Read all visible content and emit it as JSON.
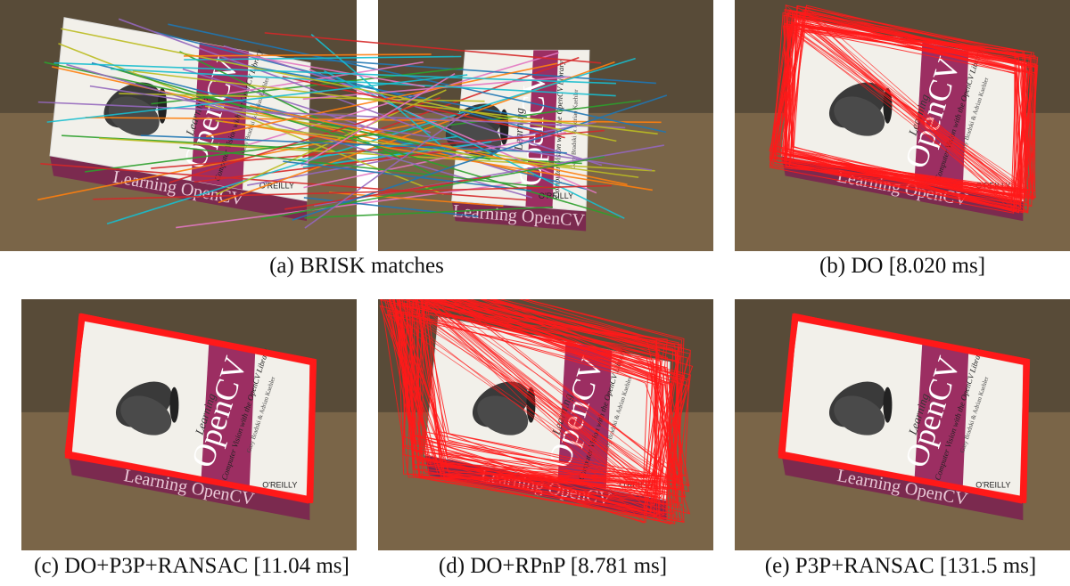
{
  "figure": {
    "panels": [
      {
        "id": "a",
        "caption": "(a) BRISK matches"
      },
      {
        "id": "b",
        "caption": "(b) DO [8.020 ms]"
      },
      {
        "id": "c",
        "caption": "(c) DO+P3P+RANSAC [11.04 ms]"
      },
      {
        "id": "d",
        "caption": "(d) DO+RPnP [8.781 ms]"
      },
      {
        "id": "e",
        "caption": "(e) P3P+RANSAC [131.5 ms]"
      }
    ],
    "book": {
      "brand": "OpenCV",
      "word_learning": "Learning",
      "spine": "Learning OpenCV",
      "publisher": "O'REILLY",
      "subtitle_line1": "Computer Vision with",
      "subtitle_line2": "the OpenCV Library",
      "authors": "Gary Bradski & Adrian Kaehler"
    },
    "colors": {
      "cardboard": "#7a6548",
      "book_cover": "#f2f0ea",
      "band": "#9c2e62",
      "spine": "#7b2a4f",
      "projection": "#ff1a1a"
    },
    "match_colors": [
      "#1f77b4",
      "#ff7f0e",
      "#2ca02c",
      "#9467bd",
      "#d62728",
      "#17becf",
      "#bcbd22",
      "#e377c2"
    ]
  }
}
